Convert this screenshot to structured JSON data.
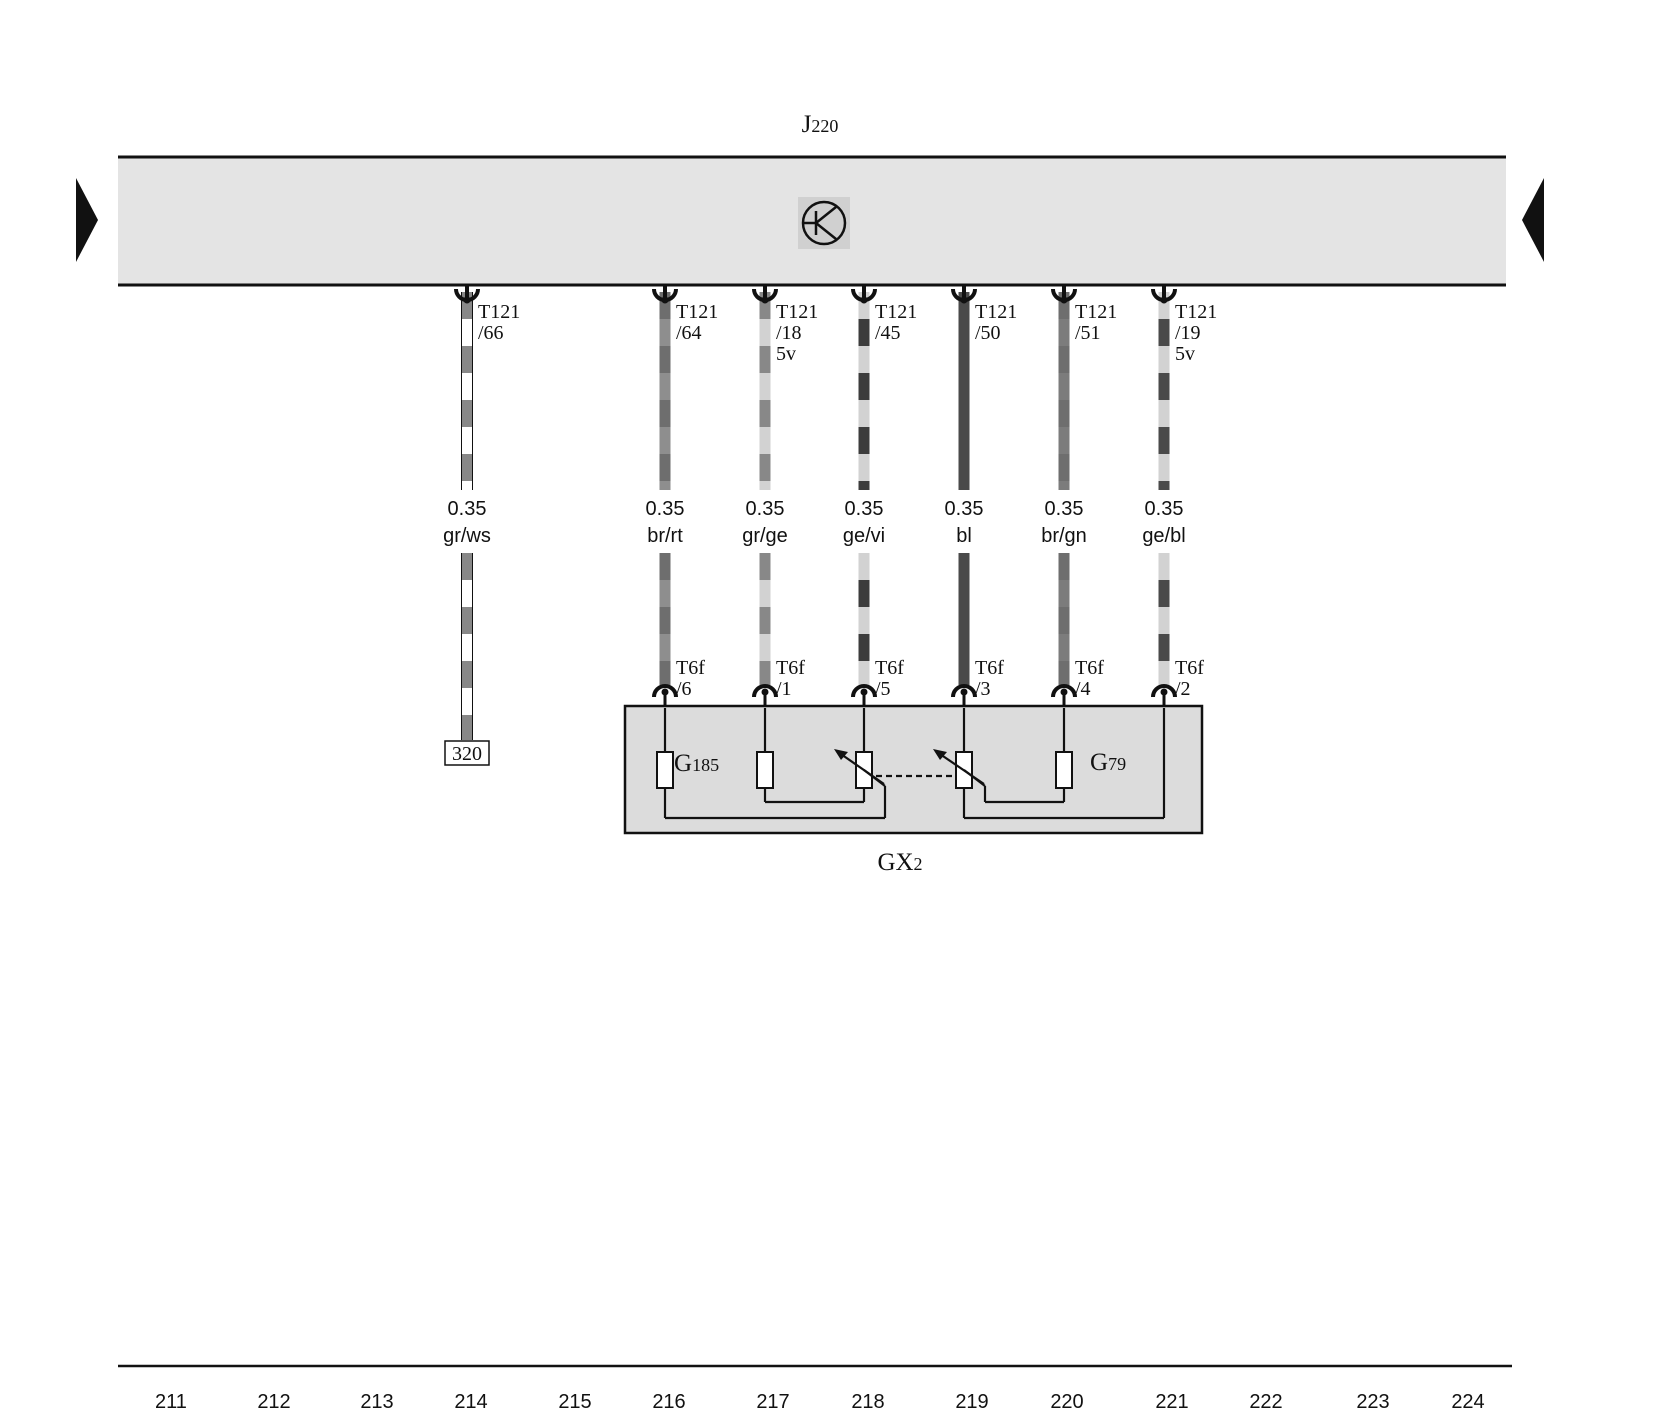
{
  "control_unit": {
    "name": "J",
    "sub": "220"
  },
  "sensor_module": {
    "name": "GX",
    "sub": "2"
  },
  "sensors": [
    {
      "name": "G",
      "sub": "185"
    },
    {
      "name": "G",
      "sub": "79"
    }
  ],
  "colors": {
    "gr": "#888888",
    "ws": "#ffffff",
    "br": "#6e6e6e",
    "rt": "#8e8e8e",
    "ge": "#d2d2d2",
    "vi": "#3c3c3c",
    "bl": "#4a4a4a",
    "gn": "#7c7c7c",
    "bar_fill": "#e4e4e4",
    "module_fill": "#dcdcdc"
  },
  "wires": [
    {
      "id": "w1",
      "pin_top": "T121",
      "pin_top_num": "/66",
      "size": "0.35",
      "color": "gr/ws",
      "ref": "320"
    },
    {
      "id": "w2",
      "pin_top": "T121",
      "pin_top_num": "/64",
      "size": "0.35",
      "color": "br/rt",
      "pin_bottom": "T6f",
      "pin_bottom_num": "/6"
    },
    {
      "id": "w3",
      "pin_top": "T121",
      "pin_top_num": "/18",
      "pin_top_extra": "5v",
      "size": "0.35",
      "color": "gr/ge",
      "pin_bottom": "T6f",
      "pin_bottom_num": "/1"
    },
    {
      "id": "w4",
      "pin_top": "T121",
      "pin_top_num": "/45",
      "size": "0.35",
      "color": "ge/vi",
      "pin_bottom": "T6f",
      "pin_bottom_num": "/5"
    },
    {
      "id": "w5",
      "pin_top": "T121",
      "pin_top_num": "/50",
      "size": "0.35",
      "color": "bl",
      "pin_bottom": "T6f",
      "pin_bottom_num": "/3"
    },
    {
      "id": "w6",
      "pin_top": "T121",
      "pin_top_num": "/51",
      "size": "0.35",
      "color": "br/gn",
      "pin_bottom": "T6f",
      "pin_bottom_num": "/4"
    },
    {
      "id": "w7",
      "pin_top": "T121",
      "pin_top_num": "/19",
      "pin_top_extra": "5v",
      "size": "0.35",
      "color": "ge/bl",
      "pin_bottom": "T6f",
      "pin_bottom_num": "/2"
    }
  ],
  "columns": [
    "211",
    "212",
    "213",
    "214",
    "215",
    "216",
    "217",
    "218",
    "219",
    "220",
    "221",
    "222",
    "223",
    "224"
  ]
}
